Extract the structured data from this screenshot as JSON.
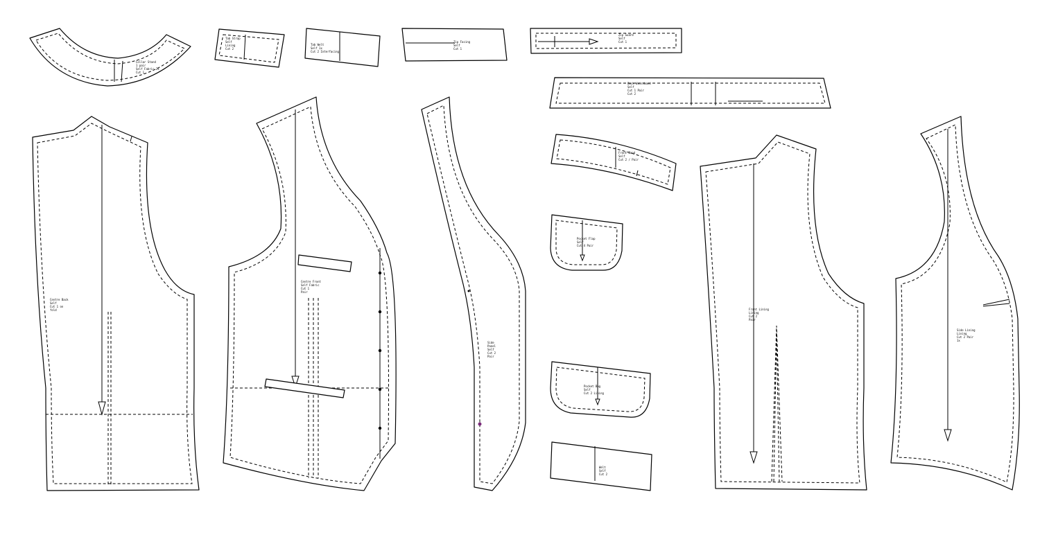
{
  "diagram": {
    "type": "sewing-pattern-layout",
    "colors": {
      "background": "#ffffff",
      "line": "#000000",
      "marker": "#7a2a7a"
    }
  },
  "labels": {
    "collar": [
      "Collar Stand",
      "1 pair",
      "Self Fabric 2x",
      "Cut 1"
    ],
    "tab1": [
      "Tab Strap",
      "Self",
      "Lining",
      "Cut 2"
    ],
    "tab2": [
      "Tab Welt",
      "Self 1x",
      "Cut 2 Interfacing"
    ],
    "strip3": [
      "Zip Facing",
      "Self",
      "Cut 1"
    ],
    "strip4": [
      "Zip Guard",
      "Self",
      "Cut 1"
    ],
    "waistband": [
      "Back Waistband",
      "Self",
      "Cut 1 Pair",
      "Cut 2"
    ],
    "curvedband": [
      "Front Band",
      "Self",
      "Cut 2 / Pair"
    ],
    "pocket1": [
      "Pocket Flap",
      "Self",
      "Cut 4 Pair"
    ],
    "pocket2": [
      "Pocket Bag",
      "Self",
      "Cut 2 Lining"
    ],
    "pocket3": [
      "Welt",
      "Self",
      "Cut 2"
    ],
    "back": [
      "Centre Back",
      "Self",
      "Cut 1 on",
      "fold"
    ],
    "front": [
      "Centre Front",
      "Self Fabric",
      "Cut 1",
      "Pair"
    ],
    "sidepanel": [
      "Side",
      "Panel",
      "Self",
      "Cut 2",
      "Pair"
    ],
    "frontright": [
      "Front Lining",
      "Lining",
      "Cut 2",
      "Pair"
    ],
    "sideright": [
      "Side Lining",
      "Lining",
      "Cut 2 Pair",
      "1x"
    ]
  }
}
